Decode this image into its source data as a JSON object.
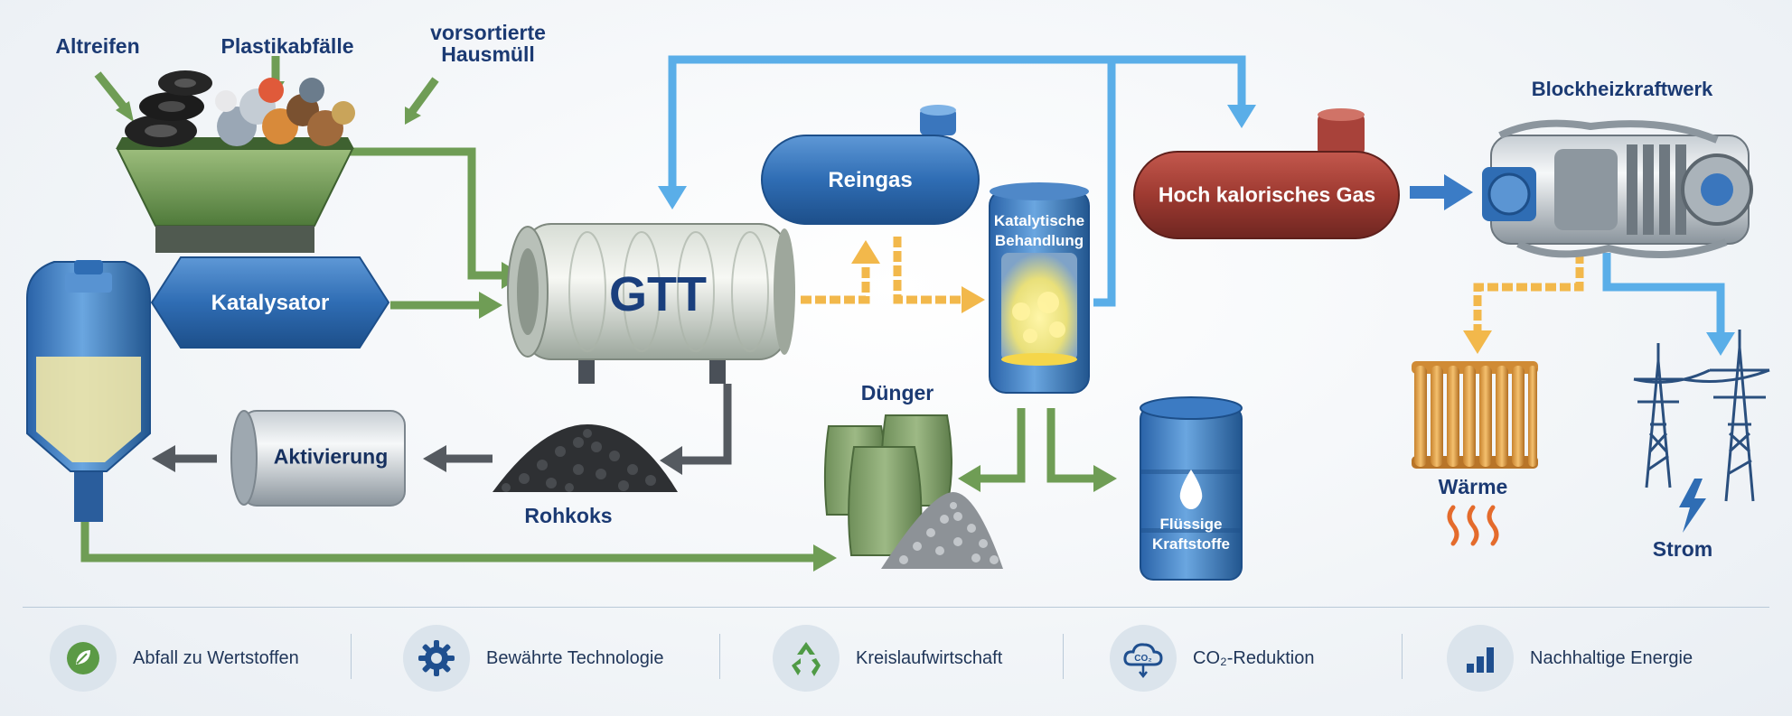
{
  "inputs": {
    "tires": "Altreifen",
    "plastic": "Plastikabfälle",
    "household": "vorsortierte Hausmüll"
  },
  "units": {
    "catalyst": "Katalysator",
    "reactor": "GTT",
    "clean_gas": "Reingas",
    "catalytic": "Katalytische Behandlung",
    "high_gas": "Hoch kalorisches Gas",
    "chp": "Blockheizkraftwerk",
    "activation": "Aktivierung",
    "raw_coke": "Rohkoks",
    "fertilizer": "Dünger",
    "fuels": "Flüssige Kraftstoffe",
    "heat": "Wärme",
    "power": "Strom"
  },
  "footer": {
    "items": [
      {
        "label": "Abfall zu Wertstoffen",
        "icon": "leaf-icon"
      },
      {
        "label": "Bewährte Technologie",
        "icon": "gear-icon"
      },
      {
        "label": "Kreislaufwirtschaft",
        "icon": "recycle-icon"
      },
      {
        "label": "CO₂-Reduktion",
        "icon": "co2-cloud-icon"
      },
      {
        "label": "Nachhaltige Energie",
        "icon": "bar-chart-icon"
      }
    ]
  },
  "colors": {
    "green_arrow": "#6f9d55",
    "blue_arrow": "#5aaee8",
    "yellow_arrow": "#f2b84b",
    "grey_arrow": "#555a60",
    "title_blue": "#1b3a73"
  }
}
